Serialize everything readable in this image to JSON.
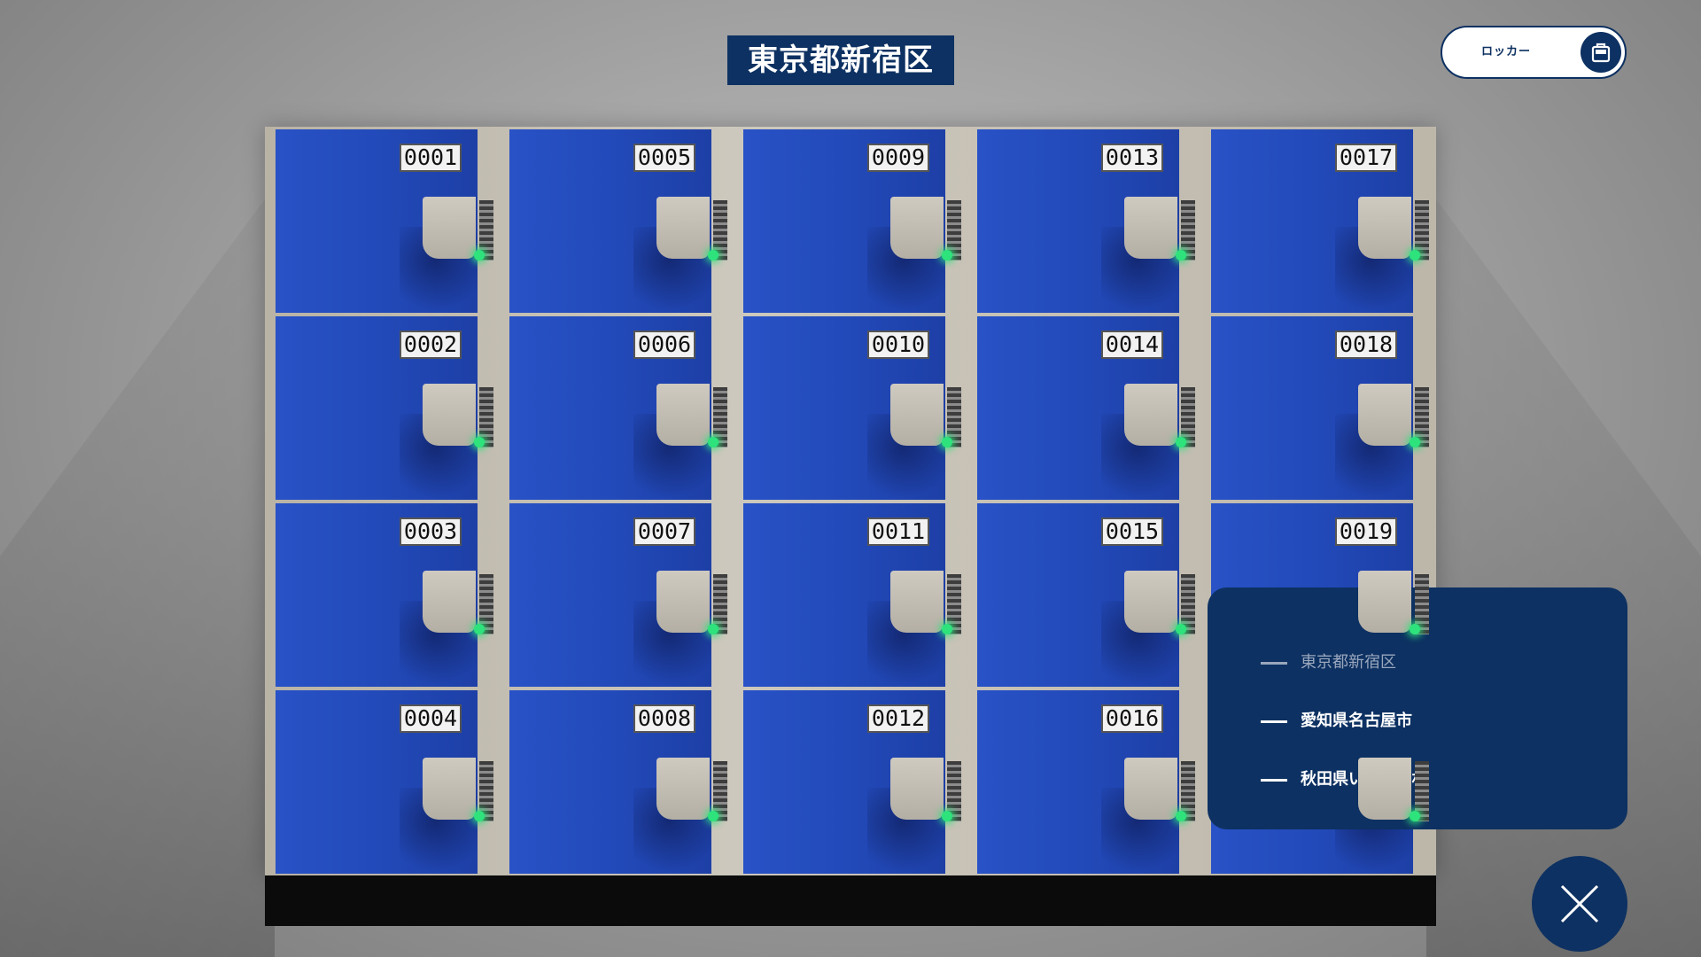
{
  "header": {
    "title": "東京都新宿区"
  },
  "locker_button": {
    "label": "ロッカー",
    "icon": "locker-icon"
  },
  "lockers": {
    "columns": [
      [
        "0001",
        "0002",
        "0003",
        "0004"
      ],
      [
        "0005",
        "0006",
        "0007",
        "0008"
      ],
      [
        "0009",
        "0010",
        "0011",
        "0012"
      ],
      [
        "0013",
        "0014",
        "0015",
        "0016"
      ],
      [
        "0017",
        "0018",
        "0019",
        ""
      ]
    ],
    "status_led_color": "#2ee37c",
    "door_color": "#2249b8"
  },
  "location_menu": {
    "items": [
      {
        "label": "東京都新宿区",
        "current": true
      },
      {
        "label": "愛知県名古屋市",
        "current": false
      },
      {
        "label": "秋田県いちはた村",
        "current": false
      }
    ]
  },
  "close_button": {
    "icon": "close-icon"
  },
  "colors": {
    "brand_navy": "#0d3162",
    "background": "#a9a9a9"
  }
}
